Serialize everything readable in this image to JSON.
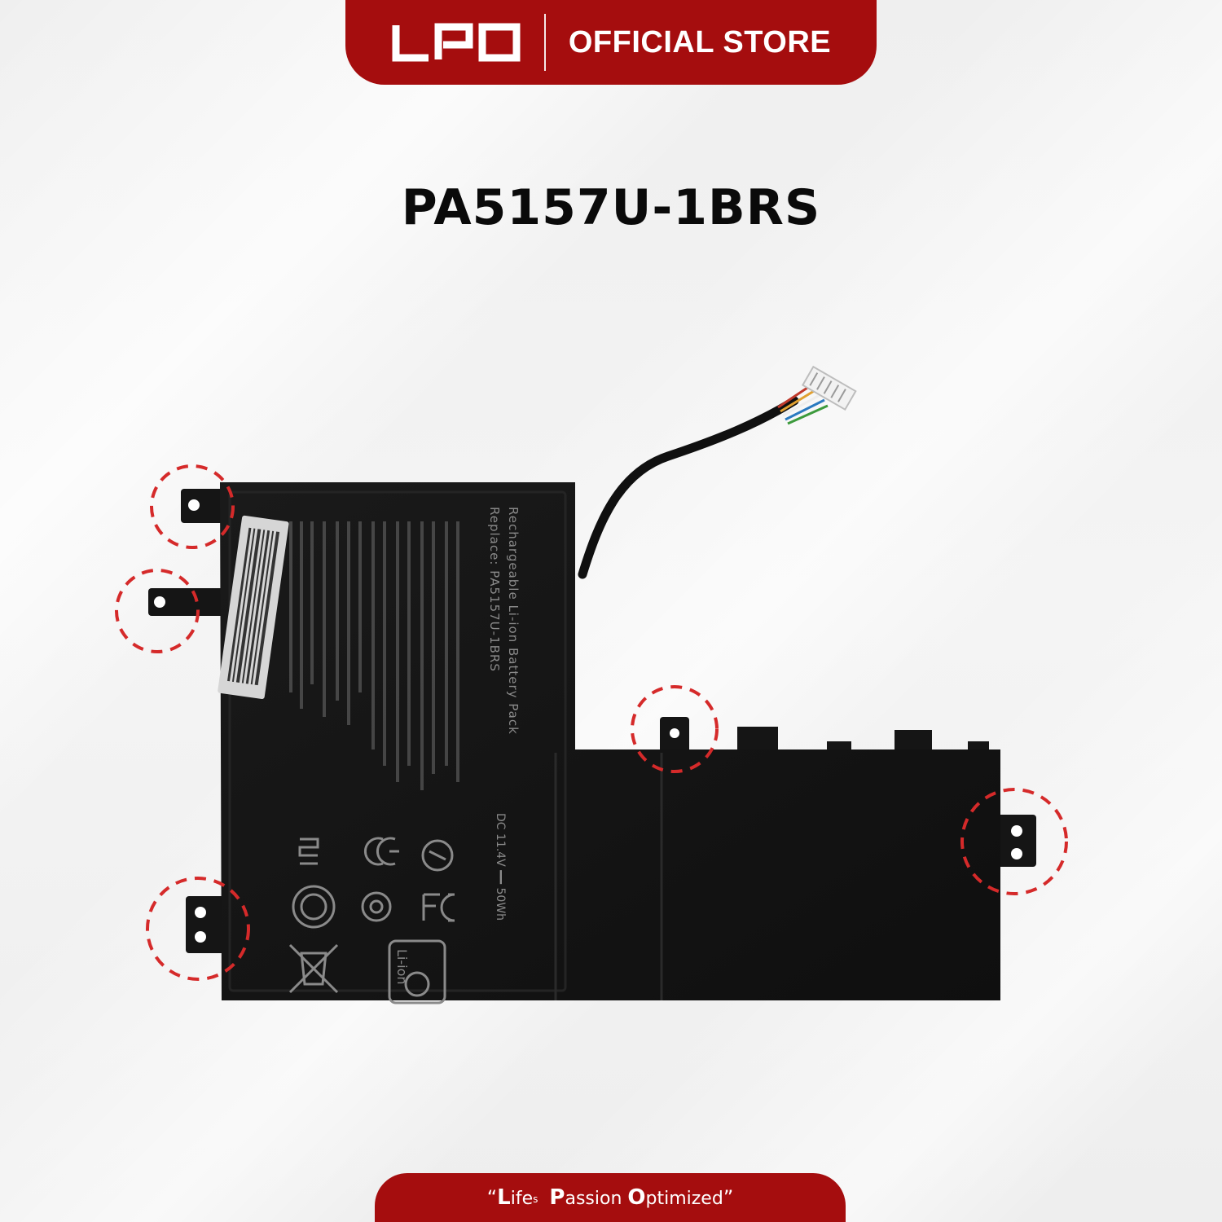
{
  "header": {
    "brand_logo": "LPO",
    "store_label": "OFFICIAL STORE"
  },
  "product": {
    "model": "PA5157U-1BRS"
  },
  "battery_label": {
    "line1": "Rechargeable Li-ion Battery Pack",
    "line2": "Replace: PA5157U-1BRS",
    "rating": "DC 11.4V ━━ 50Wh",
    "chemistry": "Li-ion"
  },
  "footer": {
    "open_quote": "“",
    "cap_l": "L",
    "word_ife": "ife",
    "small_s": "s",
    "cap_p": "P",
    "word_assion": "assion",
    "cap_o": "O",
    "word_ptimized": "ptimized",
    "close_quote": "”"
  },
  "colors": {
    "brand_red": "#a50d0e",
    "highlight_red": "#d52a2a",
    "battery_black": "#141414"
  }
}
